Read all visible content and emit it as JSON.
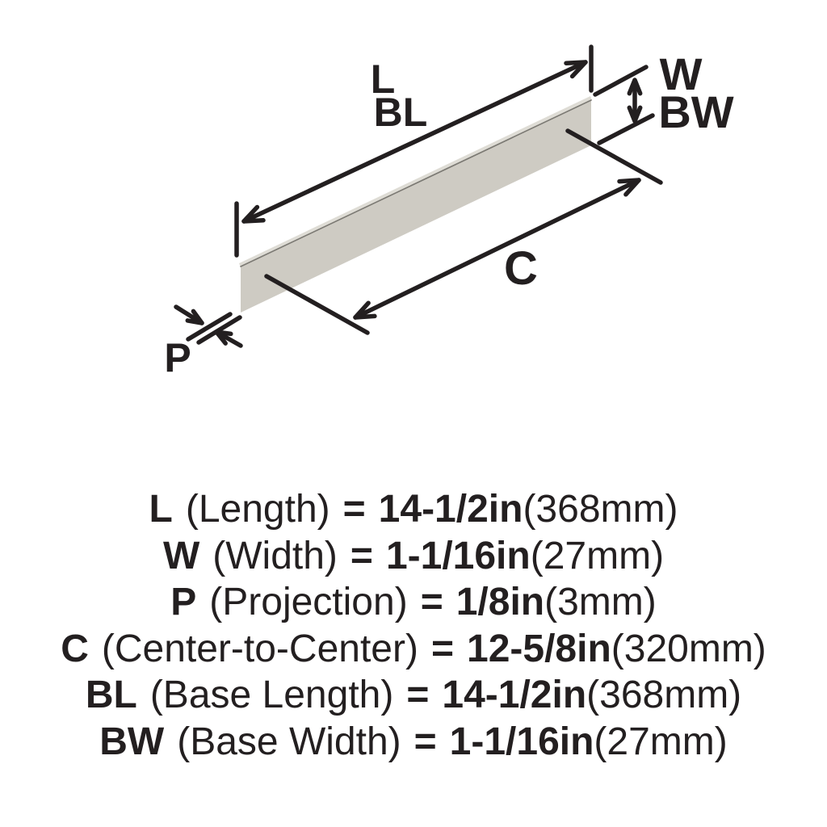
{
  "diagram": {
    "labels": {
      "length": "L",
      "base_length": "BL",
      "width": "W",
      "base_width": "BW",
      "center_to_center": "C",
      "projection": "P"
    },
    "colors": {
      "line": "#231f20",
      "bar_face": "#cecbc3",
      "bar_top_face": "#dedcd5",
      "bar_top_edge": "#7b7973",
      "background": "#ffffff"
    }
  },
  "specs": {
    "eq": "=",
    "rows": [
      {
        "symbol": "L",
        "label": "(Length)",
        "imperial": "14-1/2in",
        "metric": "(368mm)"
      },
      {
        "symbol": "W",
        "label": "(Width)",
        "imperial": "1-1/16in",
        "metric": "(27mm)"
      },
      {
        "symbol": "P",
        "label": "(Projection)",
        "imperial": "1/8in",
        "metric": "(3mm)"
      },
      {
        "symbol": "C",
        "label": "(Center-to-Center)",
        "imperial": "12-5/8in",
        "metric": "(320mm)"
      },
      {
        "symbol": "BL",
        "label": "(Base Length)",
        "imperial": "14-1/2in",
        "metric": "(368mm)"
      },
      {
        "symbol": "BW",
        "label": "(Base Width)",
        "imperial": "1-1/16in",
        "metric": "(27mm)"
      }
    ]
  }
}
